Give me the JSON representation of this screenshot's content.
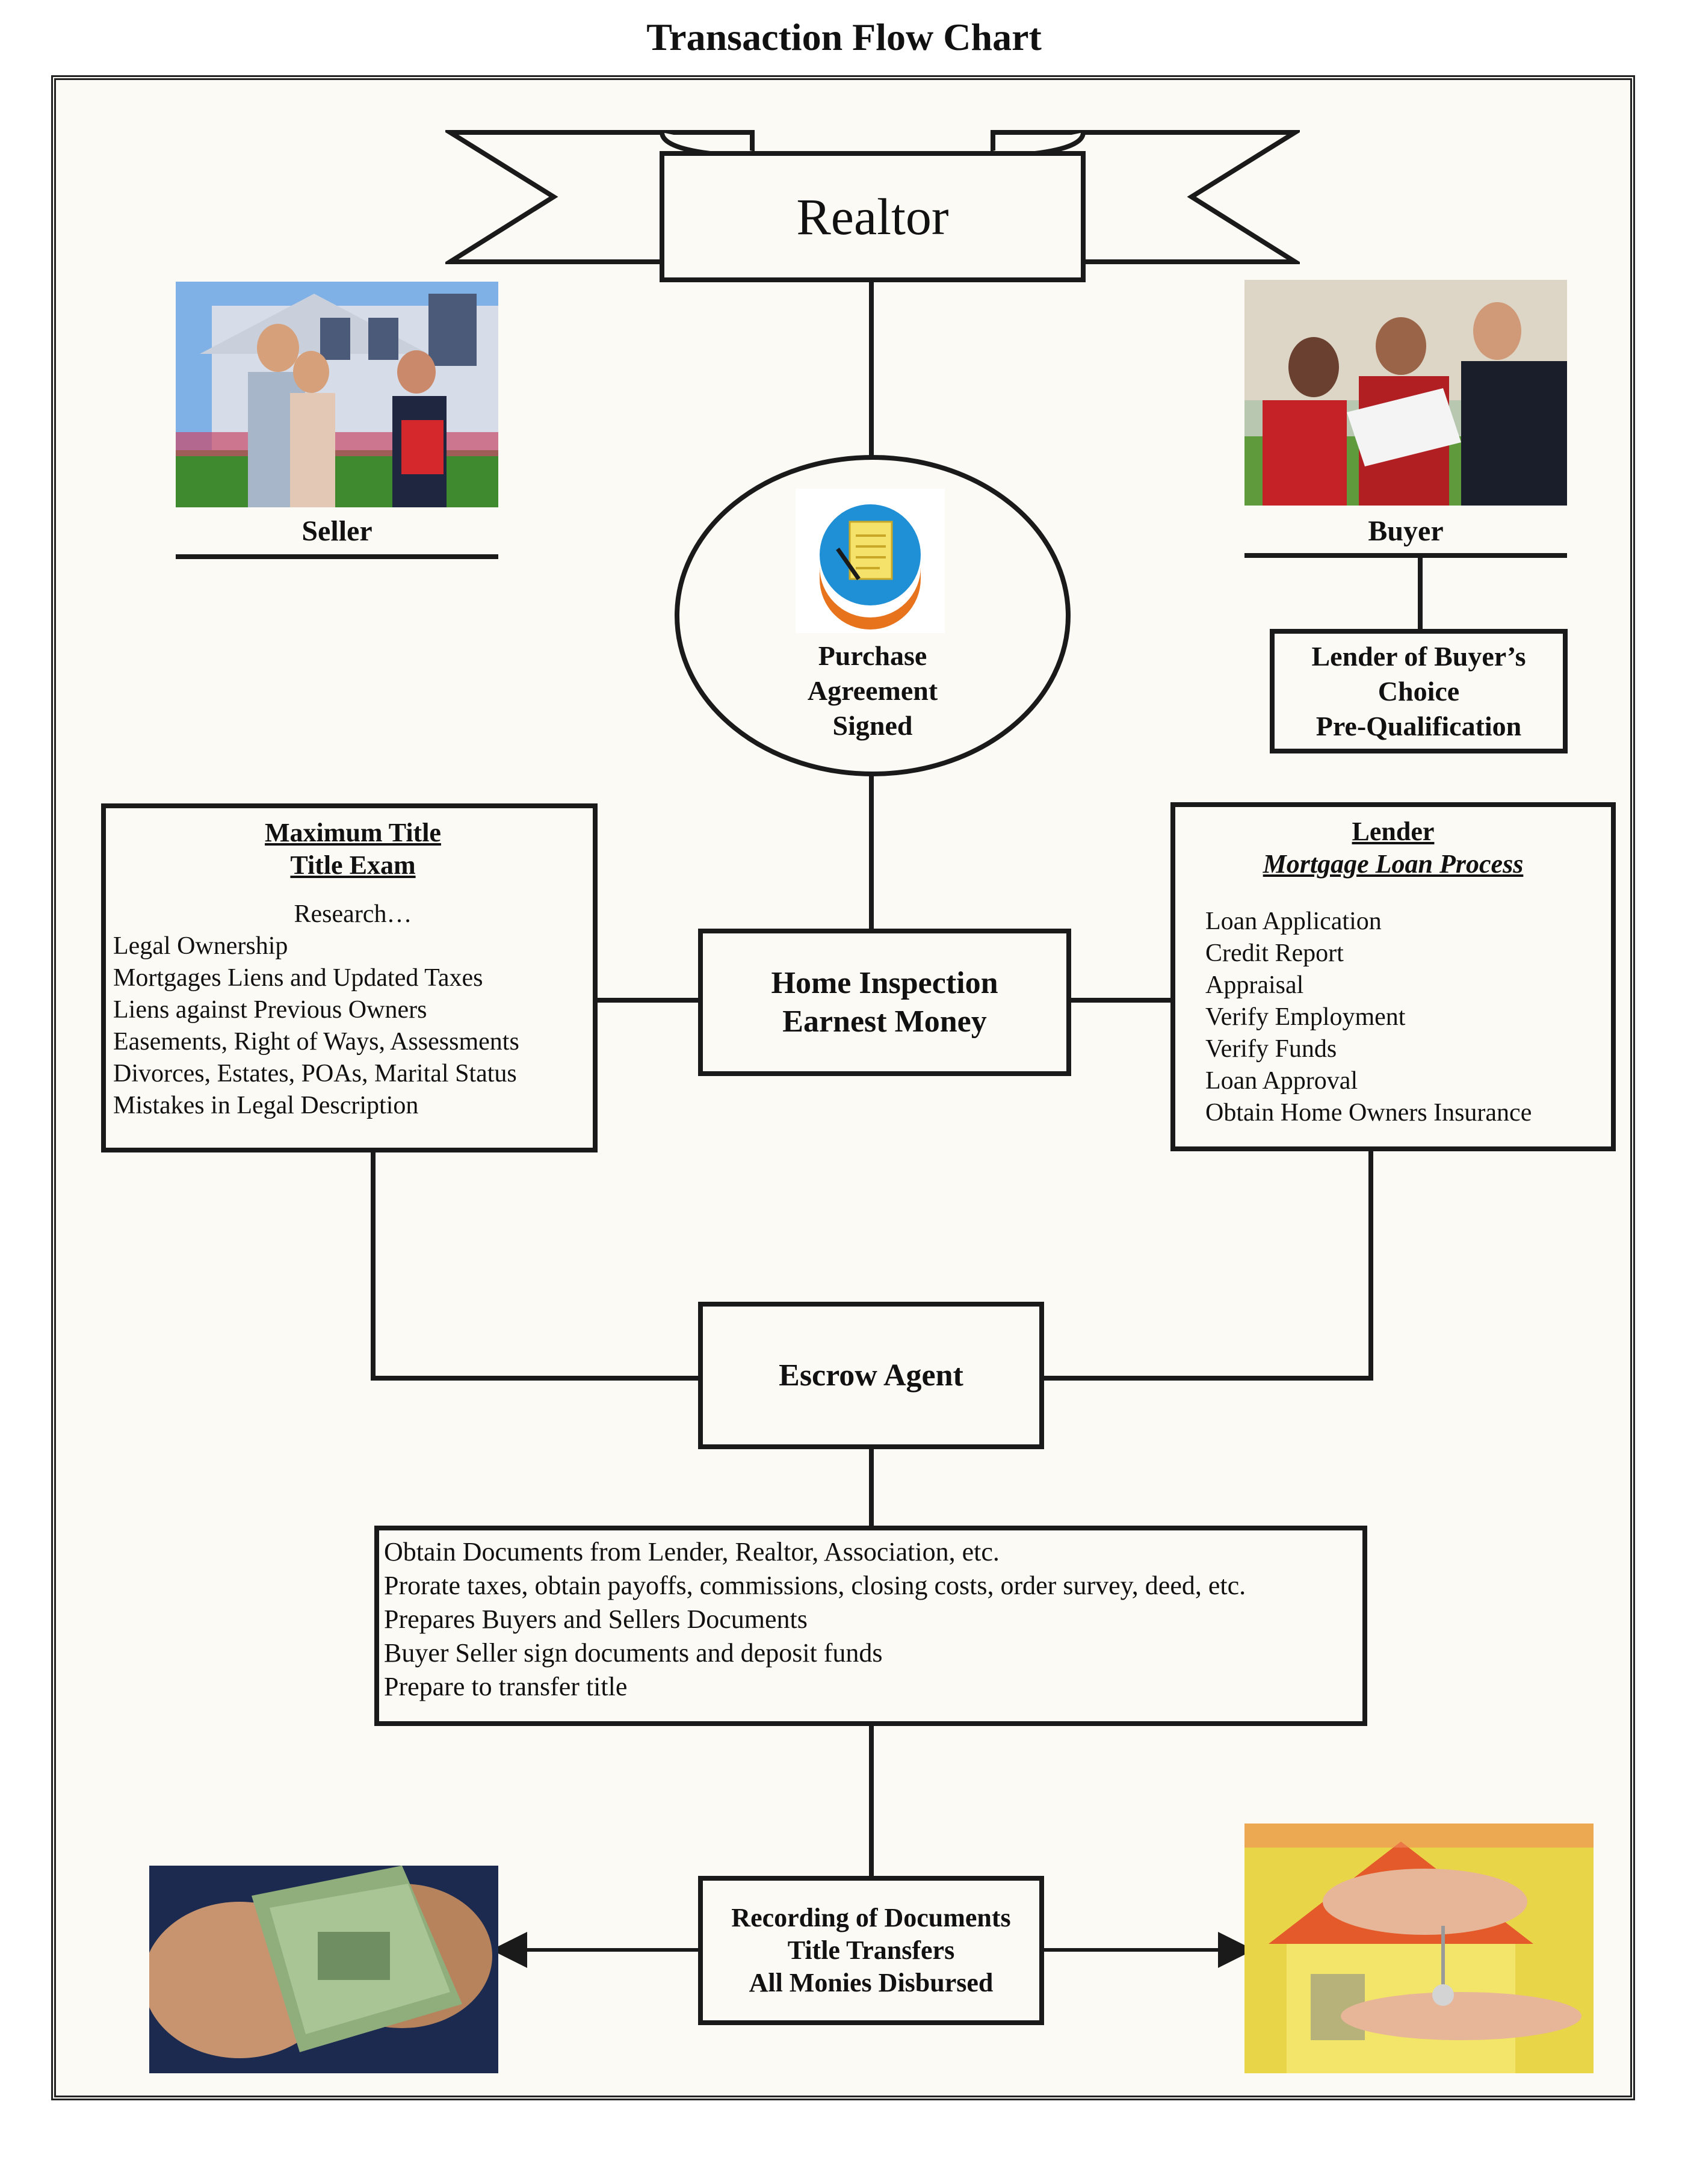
{
  "title": "Transaction Flow Chart",
  "realtor": {
    "label": "Realtor"
  },
  "seller": {
    "label": "Seller"
  },
  "buyer": {
    "label": "Buyer"
  },
  "purchase": {
    "lines": [
      "Purchase",
      "Agreement",
      "Signed"
    ]
  },
  "lender_choice": {
    "lines": [
      "Lender of Buyer’s",
      "Choice",
      "Pre-Qualification"
    ]
  },
  "title_box": {
    "heading1": "Maximum Title",
    "heading2": "Title Exam",
    "intro": "Research…",
    "items": [
      "Legal  Ownership",
      "Mortgages Liens and Updated Taxes",
      "Liens against Previous Owners",
      "Easements, Right of Ways, Assessments",
      "Divorces, Estates, POAs, Marital Status",
      "Mistakes in Legal Description"
    ]
  },
  "home_inspection": {
    "lines": [
      "Home Inspection",
      "Earnest Money"
    ]
  },
  "lender_box": {
    "heading1": "Lender",
    "heading2": "Mortgage Loan Process",
    "items": [
      "Loan Application",
      "Credit Report",
      "Appraisal",
      "Verify Employment",
      "Verify Funds",
      "Loan Approval",
      "Obtain Home Owners Insurance"
    ]
  },
  "escrow": {
    "label": "Escrow Agent"
  },
  "escrow_tasks": {
    "items": [
      "Obtain Documents from Lender, Realtor, Association, etc.",
      "Prorate taxes, obtain payoffs, commissions, closing costs, order survey, deed, etc.",
      "Prepares Buyers and Sellers Documents",
      "Buyer Seller sign documents and deposit funds",
      "Prepare to transfer title"
    ]
  },
  "recording": {
    "lines": [
      "Recording of Documents",
      "Title Transfers",
      "All Monies Disbursed"
    ]
  },
  "colors": {
    "line": "#1a1a1a",
    "page": "#fbfaf4",
    "icon_blue": "#1f8fd6",
    "icon_orange": "#e8731d"
  }
}
